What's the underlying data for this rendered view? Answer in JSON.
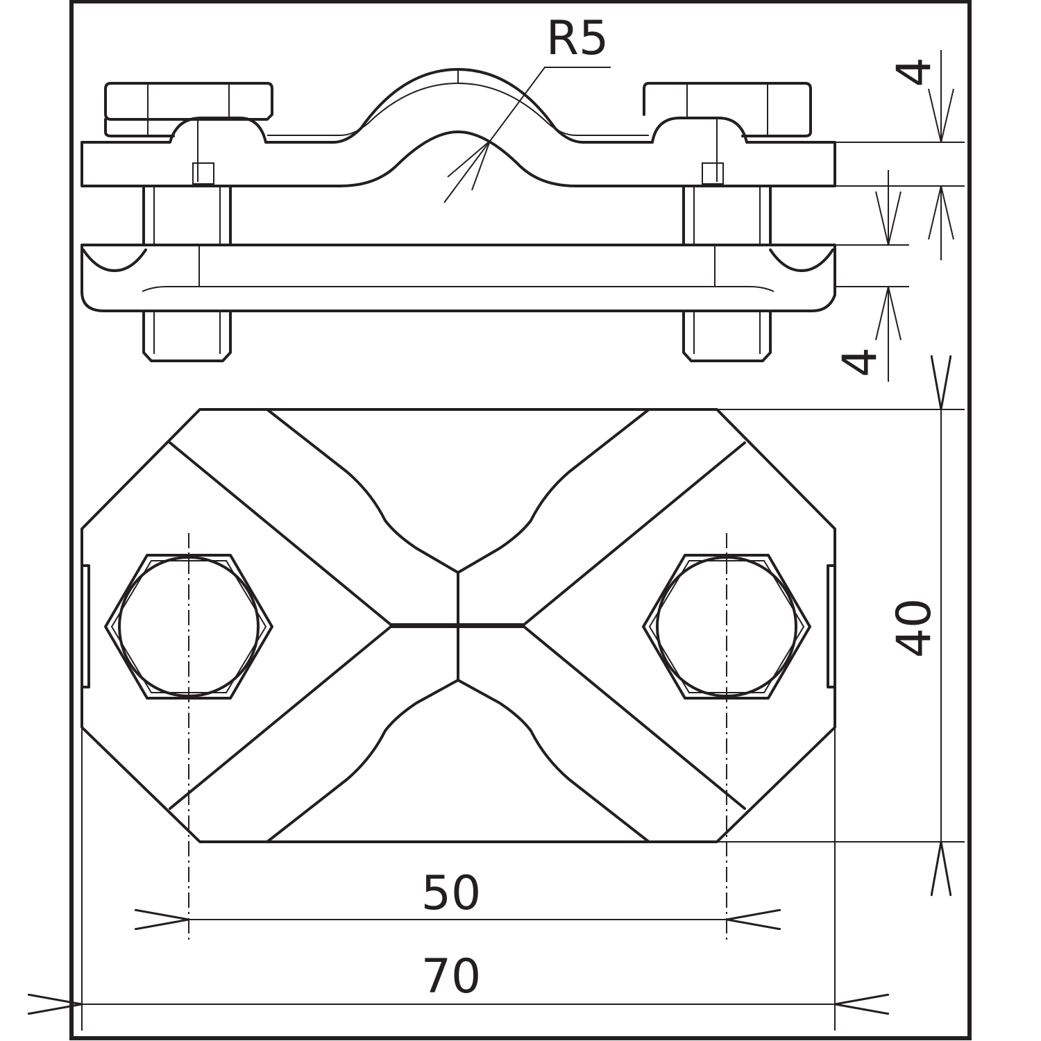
{
  "drawing": {
    "radius_label": "R5",
    "top_thickness": "4",
    "bottom_thickness": "4",
    "height": "40",
    "bolt_spacing": "50",
    "overall_width": "70"
  },
  "colors": {
    "line": "#231f20",
    "background": "#ffffff"
  }
}
